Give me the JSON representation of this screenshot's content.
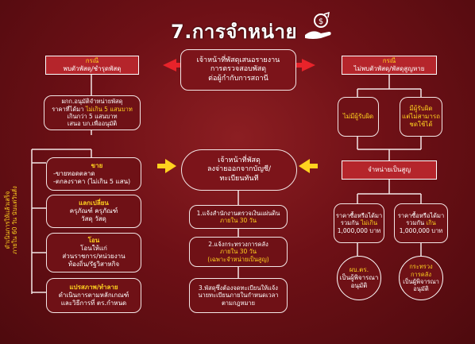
{
  "title": "7.การจำหน่าย",
  "center_top": {
    "line1": "เจ้าหน้าที่พัสดุเสนอรายงาน",
    "line2": "การตรวจสอบพัสดุ",
    "line3": "ต่อผู้กำกับการสถานี"
  },
  "left_header": {
    "line1": "กรณี",
    "line2": "พบตัวพัสดุ/ชำรุดพัสดุ"
  },
  "right_header": {
    "line1": "กรณี",
    "line2": "ไม่พบตัวพัสดุ/พัสดุสูญหาย"
  },
  "left_approval": {
    "line1": "ผกก.อนุมัติจำหน่ายพัสดุ",
    "line2_prefix": "ราคาที่ได้มา ",
    "line2_highlight": "ไม่เกิน 5 แสนบาท",
    "line3": "เกินกว่า 5 แสนบาท",
    "line4": "เสนอ บก.เพื่ออนุมัติ"
  },
  "methods": {
    "sell": {
      "title": "ขาย",
      "line1": "-ขายทอดตลาด",
      "line2": "-ตกลงราคา (ไม่เกิน 5 แสน)"
    },
    "exchange": {
      "title": "แลกเปลี่ยน",
      "line1": "ครุภัณฑ์ ครุภัณฑ์",
      "line2": "วัสดุ วัสดุ"
    },
    "transfer": {
      "title": "โอน",
      "line1": "โอนให้แก่",
      "line2": "ส่วนราชการ/หน่วยงาน",
      "line3": "ท้องถิ่น/รัฐวิสาหกิจ"
    },
    "destroy": {
      "title": "แปรสภาพ/ทำลาย",
      "line1": "ดำเนินการตามหลักเกณฑ์",
      "line2": "และวิธีการที่ ตร.กำหนด"
    }
  },
  "left_side_label": {
    "line1": "ดำเนินการให้แล้วเสร็จ",
    "line2": "ภายใน 60 วัน นับแต่วันสั่ง"
  },
  "center_main": {
    "line1": "เจ้าหน้าที่พัสดุ",
    "line2": "ลงจ่ายออกจากบัญชี/",
    "line3": "ทะเบียนทันที"
  },
  "steps": [
    {
      "line1": "1.แจ้งสำนักงานตรวจเงินแผ่นดิน",
      "highlight": "ภายใน 30 วัน",
      "line3": ""
    },
    {
      "line1": "2.แจ้งกระทรวงการคลัง",
      "highlight": "ภายใน 30 วัน",
      "line3": "(เฉพาะจำหน่ายเป็นสูญ)"
    },
    {
      "line1": "3.พัสดุซึ่งต้องจดทะเบียนให้แจ้ง",
      "highlight": "",
      "line2": "นายทะเบียนภายในกำหนดเวลา",
      "line3": "ตามกฎหมาย"
    }
  ],
  "right_no_fault": "ไม่มีผู้รับผิด",
  "right_fault": {
    "line1": "มีผู้รับผิด",
    "line2": "แต่ไม่สามารถ",
    "line3": "ชดใช้ได้"
  },
  "write_off": "จำหน่ายเป็นสูญ",
  "price_left": {
    "line1": "ราคาซื้อหรือได้มา",
    "line2_prefix": "รวมกัน ",
    "line2_highlight": "ไม่เกิน",
    "line3": "1,000,000 บาท"
  },
  "price_right": {
    "line1": "ราคาซื้อหรือได้มา",
    "line2_prefix": "รวมกัน ",
    "line2_highlight": "เกิน",
    "line3": "1,000,000 บาท"
  },
  "approver_left": {
    "line1": "ผบ.ตร.",
    "line2": "เป็นผู้พิจารณา",
    "line3": "อนุมัติ"
  },
  "approver_right": {
    "line1": "กระทรวง",
    "line2": "การคลัง",
    "line3": "เป็นผู้พิจารณา",
    "line4": "อนุมัติ"
  },
  "colors": {
    "accent_red": "#e8232a",
    "accent_yellow": "#ffd21f",
    "header_red": "#b5252b"
  }
}
